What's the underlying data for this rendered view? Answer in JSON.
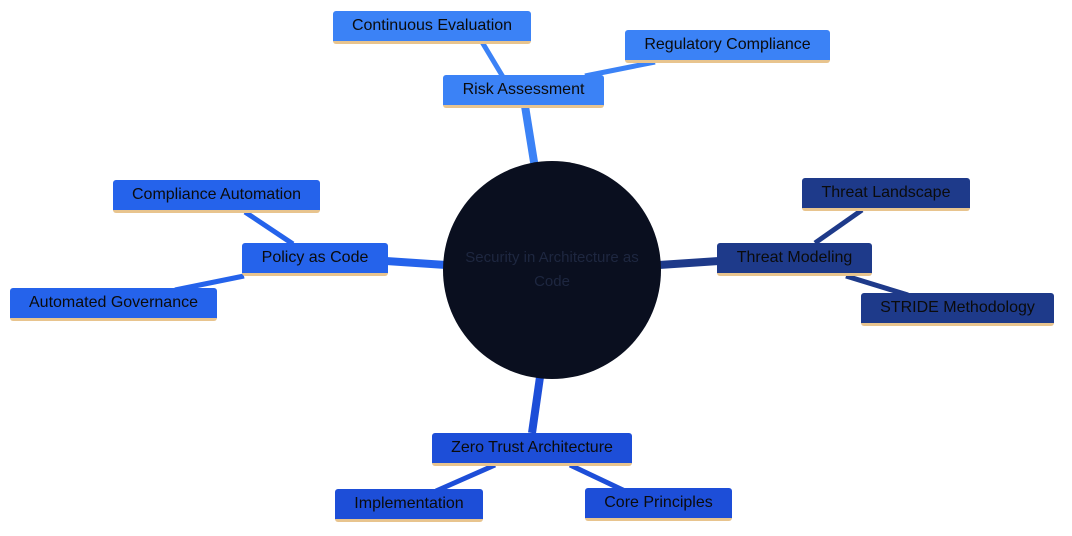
{
  "colors": {
    "risk_branch": "#3b82f6",
    "policy_branch": "#2563eb",
    "threat_branch": "#1e3a8a",
    "zero_trust_branch": "#1d4ed8",
    "center": "#0a0f1f",
    "node_underline": "#e8c48e"
  },
  "mindmap": {
    "root": {
      "label": "Security in Architecture as Code"
    },
    "branches": [
      {
        "id": "risk",
        "label": "Risk Assessment",
        "children": [
          "Continuous Evaluation",
          "Regulatory Compliance"
        ]
      },
      {
        "id": "policy",
        "label": "Policy as Code",
        "children": [
          "Compliance Automation",
          "Automated Governance"
        ]
      },
      {
        "id": "threat",
        "label": "Threat Modeling",
        "children": [
          "Threat Landscape",
          "STRIDE Methodology"
        ]
      },
      {
        "id": "zerotrust",
        "label": "Zero Trust Architecture",
        "children": [
          "Implementation",
          "Core Principles"
        ]
      }
    ]
  }
}
